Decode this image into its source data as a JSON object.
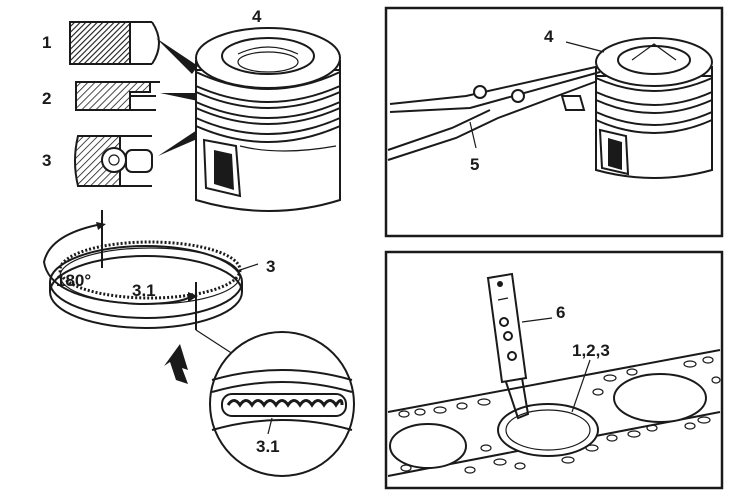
{
  "labels": {
    "ring_1": "1",
    "ring_2": "2",
    "ring_3": "3",
    "piston_4": "4",
    "angle": "180°",
    "ring_end_3_1": "3.1",
    "detail_3_1": "3.1",
    "pliers_piston_4": "4",
    "pliers_5": "5",
    "tool_6": "6",
    "cylinders_1_2_3": "1,2,3"
  },
  "colors": {
    "ink": "#1a1a1a",
    "paper": "#ffffff"
  }
}
